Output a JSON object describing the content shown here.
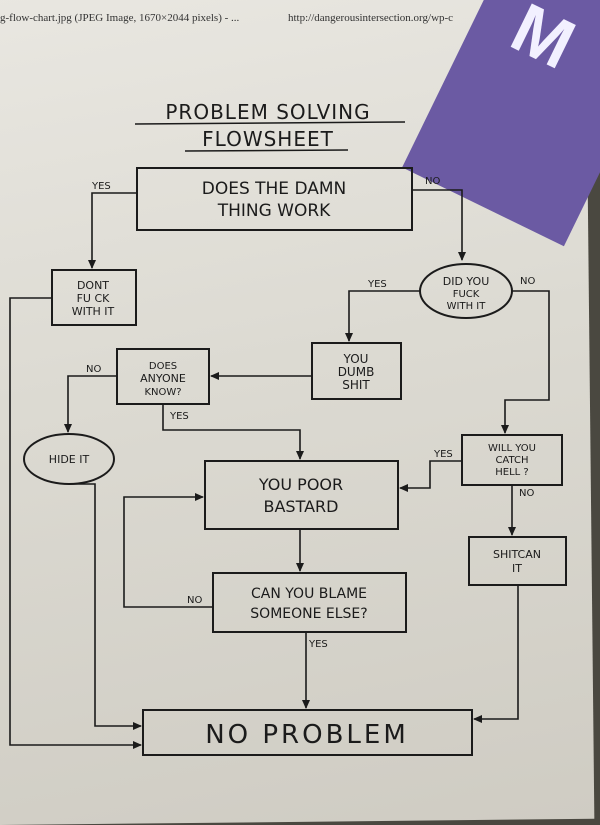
{
  "browser_header": {
    "tab_title": "g-flow-chart.jpg (JPEG Image, 1670×2044 pixels) - ...",
    "url": "http://dangerousintersection.org/wp-c"
  },
  "card_glyph": "M",
  "title": {
    "line1": "PROBLEM SOLVING",
    "line2": "FLOWSHEET"
  },
  "nodes": {
    "damn_thing": {
      "line1": "DOES THE DAMN",
      "line2": "THING WORK"
    },
    "dont_touch": {
      "line1": "DONT",
      "line2": "FU CK",
      "line3": "WITH IT"
    },
    "did_you": {
      "line1": "DID YOU",
      "line2": "FUCK",
      "line3": "WITH IT"
    },
    "dumb": {
      "line1": "YOU",
      "line2": "DUMB",
      "line3": "SHIT"
    },
    "anyone_know": {
      "line1": "DOES",
      "line2": "ANYONE",
      "line3": "KNOW?"
    },
    "hide": {
      "label": "HIDE IT"
    },
    "catch_hell": {
      "line1": "WILL YOU",
      "line2": "CATCH",
      "line3": "HELL ?"
    },
    "poor": {
      "line1": "YOU POOR",
      "line2": "BASTARD"
    },
    "shitcan": {
      "line1": "SHITCAN",
      "line2": "IT"
    },
    "blame": {
      "line1": "CAN YOU BLAME",
      "line2": "SOMEONE ELSE?"
    },
    "no_problem": {
      "label": "NO PROBLEM"
    }
  },
  "edge_labels": {
    "yes_work": "YES",
    "no_work": "NO",
    "yes_did": "YES",
    "no_did": "NO",
    "no_know": "NO",
    "yes_know": "YES",
    "yes_hell": "YES",
    "no_hell": "NO",
    "no_blame": "NO",
    "yes_blame": "YES"
  },
  "colors": {
    "ink": "#1b1b1b",
    "paper": "#e4e2dc",
    "card": "#6b5aa3"
  }
}
